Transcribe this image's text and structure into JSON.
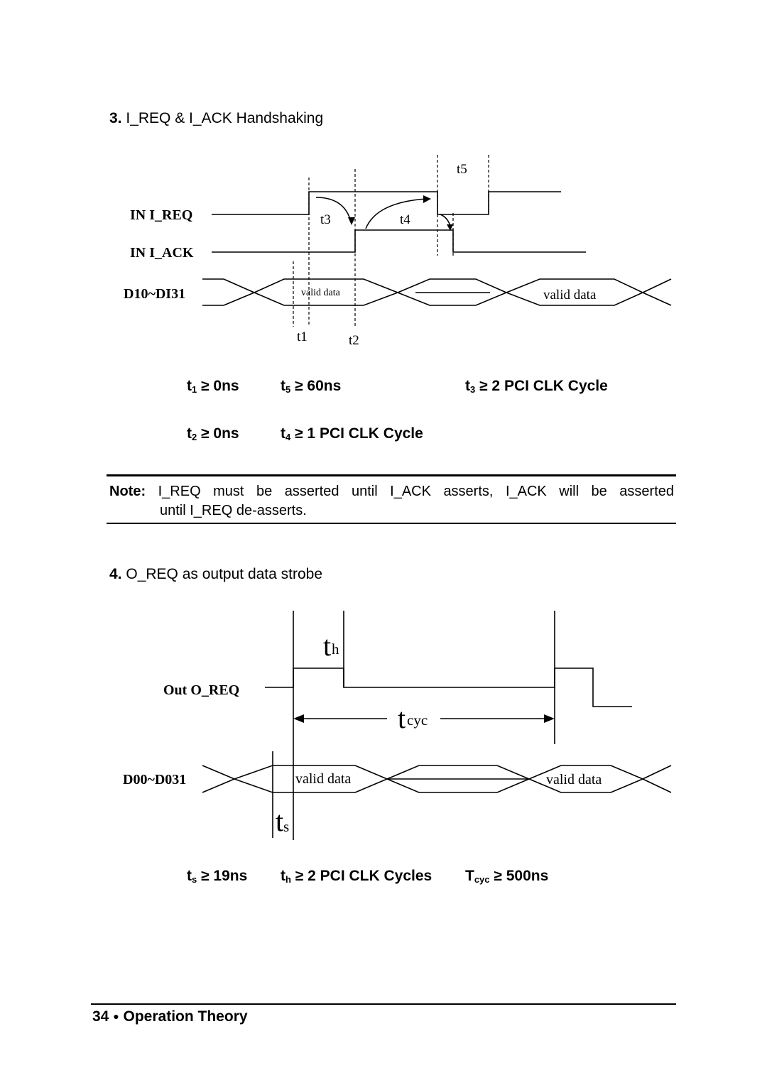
{
  "section3": {
    "number": "3.",
    "title": "I_REQ & I_ACK Handshaking",
    "signals": {
      "ireq": "IN I_REQ",
      "iack": "IN I_ACK",
      "data": "D10~DI31"
    },
    "timing_labels": {
      "t1": "t1",
      "t2": "t2",
      "t3": "t3",
      "t4": "t4",
      "t5": "t5"
    },
    "data_labels": {
      "first": "valid data",
      "second": "valid data"
    },
    "params": {
      "t1": {
        "sym": "t",
        "sub": "1",
        "text": " ≥ 0ns"
      },
      "t5": {
        "sym": "t",
        "sub": "5",
        "text": " ≥ 60ns"
      },
      "t3": {
        "sym": "t",
        "sub": "3",
        "text": " ≥ 2 PCI CLK Cycle"
      },
      "t2": {
        "sym": "t",
        "sub": "2",
        "text": " ≥ 0ns"
      },
      "t4": {
        "sym": "t",
        "sub": "4",
        "text": " ≥ 1 PCI CLK Cycle"
      }
    }
  },
  "note": {
    "label": "Note:",
    "line1": "I_REQ must be asserted until I_ACK asserts, I_ACK will be asserted",
    "line2": "until I_REQ de-asserts."
  },
  "section4": {
    "number": "4.",
    "title": "O_REQ as output data strobe",
    "signals": {
      "oreq": "Out O_REQ",
      "data": "D00~D031"
    },
    "timing_labels": {
      "th_main": "t",
      "th_sub": "h",
      "tcyc_main": "t",
      "tcyc_sub": "cyc",
      "ts_main": "t",
      "ts_sub": "s"
    },
    "data_labels": {
      "first": "valid data",
      "second": "valid data"
    },
    "params": {
      "ts": {
        "sym": "t",
        "sub": "s",
        "text": " ≥ 19ns"
      },
      "th": {
        "sym": "t",
        "sub": "h",
        "text": " ≥ 2 PCI CLK Cycles"
      },
      "tcyc": {
        "sym": "T",
        "sub": "cyc",
        "text": " ≥ 500ns"
      }
    }
  },
  "footer": {
    "page_number": "34",
    "bullet": "●",
    "section": "Operation Theory"
  }
}
